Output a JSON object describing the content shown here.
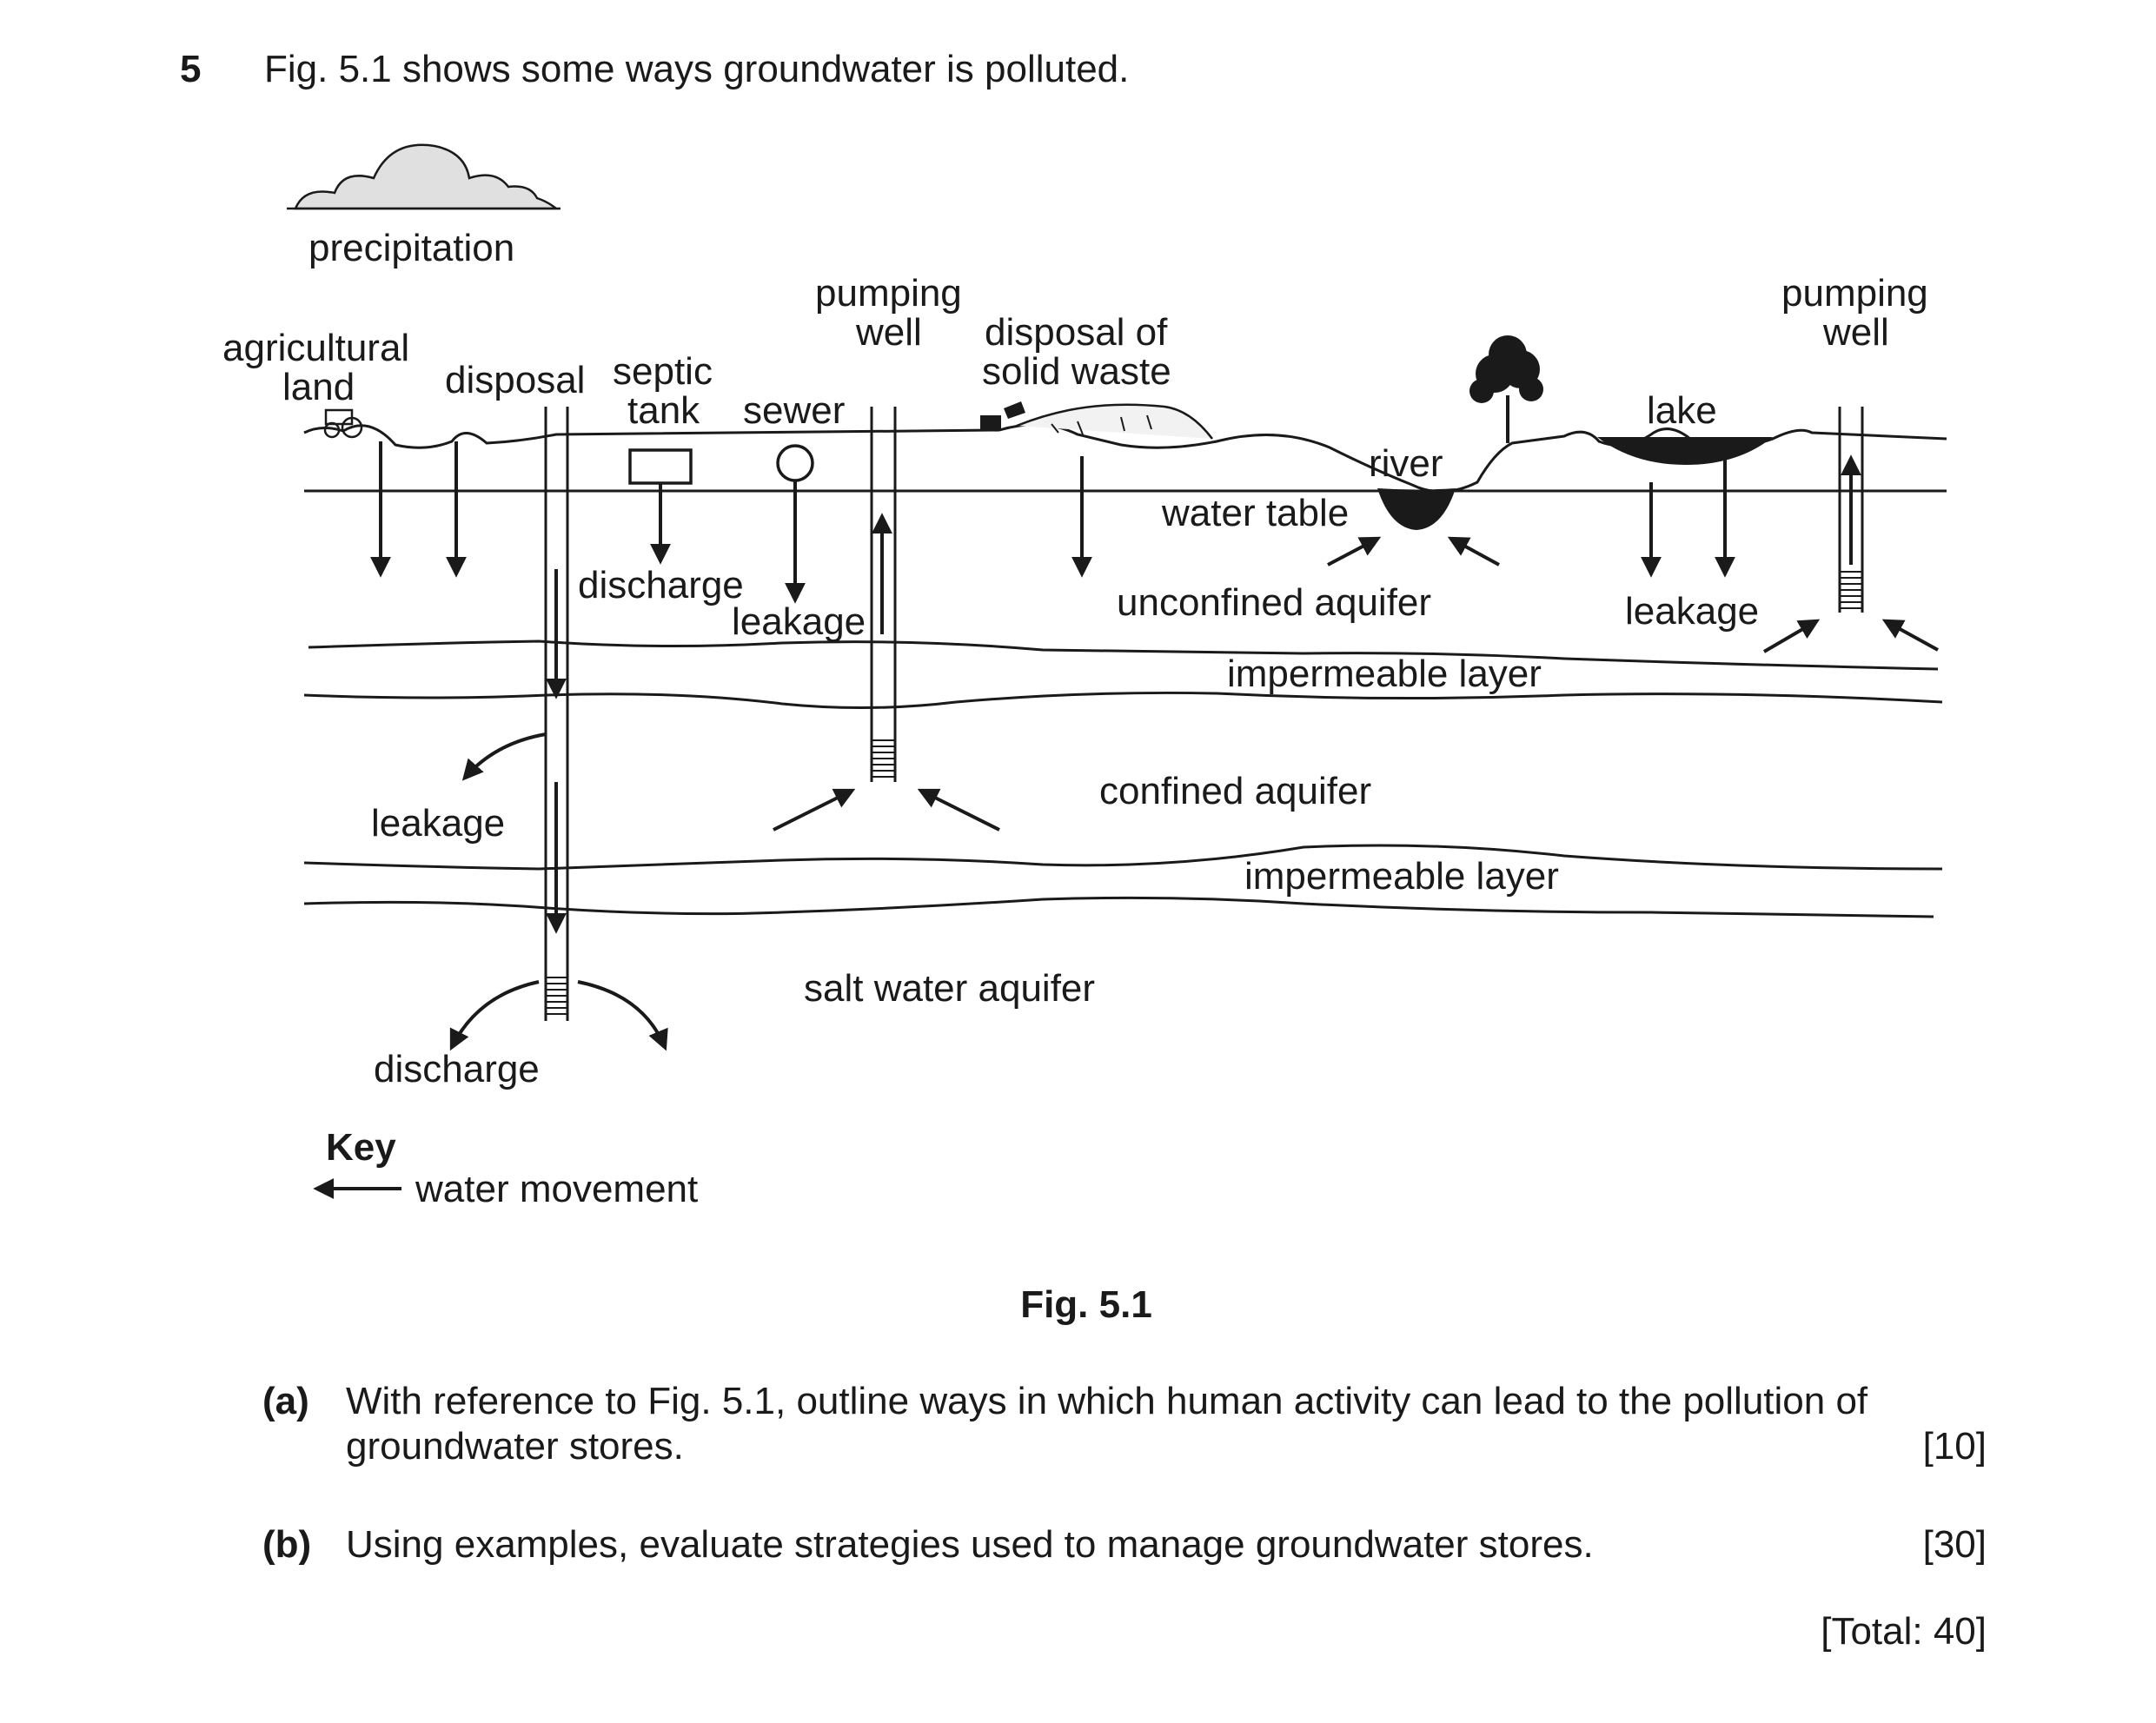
{
  "question": {
    "number": "5",
    "intro": "Fig. 5.1 shows some ways groundwater is polluted."
  },
  "diagram": {
    "labels": {
      "precipitation": "precipitation",
      "agricultural_line1": "agricultural",
      "agricultural_line2": "land",
      "disposal": "disposal",
      "septic_line1": "septic",
      "septic_line2": "tank",
      "sewer": "sewer",
      "pumping_well_1_line1": "pumping",
      "pumping_well_1_line2": "well",
      "solid_waste_line1": "disposal of",
      "solid_waste_line2": "solid waste",
      "river": "river",
      "lake": "lake",
      "pumping_well_2_line1": "pumping",
      "pumping_well_2_line2": "well",
      "water_table": "water table",
      "discharge_upper": "discharge",
      "leakage_sewer": "leakage",
      "unconfined_aquifer": "unconfined aquifer",
      "leakage_lake": "leakage",
      "impermeable_layer_1": "impermeable layer",
      "leakage_well": "leakage",
      "confined_aquifer": "confined aquifer",
      "impermeable_layer_2": "impermeable layer",
      "salt_water_aquifer": "salt water aquifer",
      "discharge_lower": "discharge"
    },
    "key": {
      "title": "Key",
      "item": "water movement"
    },
    "caption": "Fig. 5.1"
  },
  "parts": [
    {
      "label": "(a)",
      "line1": "With reference to Fig. 5.1, outline ways in which human activity can lead to the pollution of",
      "line2": "groundwater stores.",
      "marks": "[10]"
    },
    {
      "label": "(b)",
      "line1": "Using examples, evaluate strategies used to manage groundwater stores.",
      "marks": "[30]"
    }
  ],
  "total": "[Total: 40]"
}
